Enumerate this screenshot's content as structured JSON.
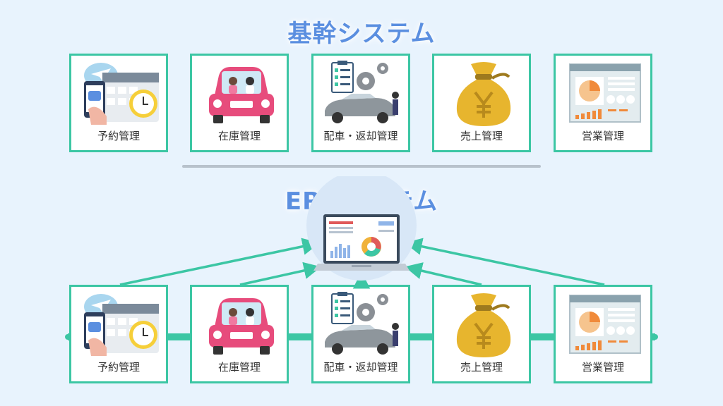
{
  "titles": {
    "core": "基幹システム",
    "erp": "ERPシステム"
  },
  "modules": [
    {
      "label": "予約管理",
      "icon": "reservation-calendar-icon"
    },
    {
      "label": "在庫管理",
      "icon": "car-icon"
    },
    {
      "label": "配車・返却管理",
      "icon": "dispatch-car-gear-icon"
    },
    {
      "label": "売上管理",
      "icon": "yen-money-bag-icon"
    },
    {
      "label": "営業管理",
      "icon": "sales-dashboard-icon"
    }
  ],
  "erp_icon": "laptop-dashboard-icon",
  "colors": {
    "accent": "#3cc6a4",
    "title": "#5b8fe0",
    "background": "#e8f3fd"
  }
}
